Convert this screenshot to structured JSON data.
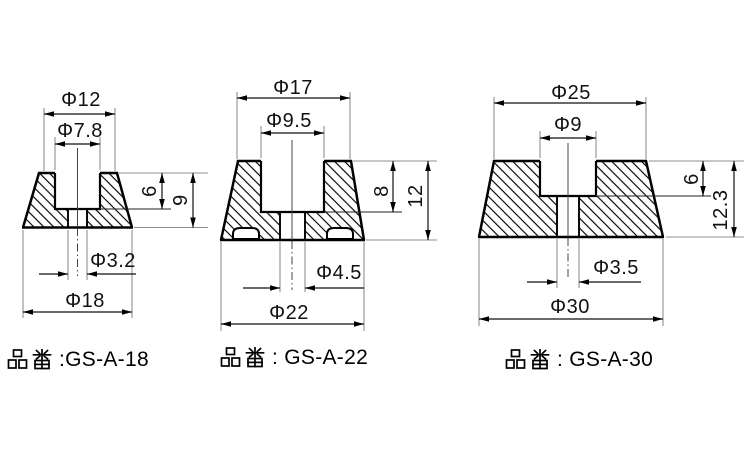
{
  "page": {
    "background": "#ffffff",
    "line_color": "#000000",
    "extension_line_color": "#8f8f8f",
    "drawing_style": "cross-section with 45-degree hatching"
  },
  "figures": [
    {
      "id": "GS-A-18",
      "part_label": {
        "prefix": "品番",
        "suffix": ":GS-A-18",
        "code": "GS-A-18",
        "full": "品番 :GS-A-18"
      },
      "dims": {
        "top_dia": "Φ12",
        "recess_dia": "Φ7.8",
        "recess_depth": "6",
        "total_height": "9",
        "hole_dia": "Φ3.2",
        "base_dia": "Φ18"
      }
    },
    {
      "id": "GS-A-22",
      "part_label": {
        "prefix": "品番",
        "suffix": ": GS-A-22",
        "code": "GS-A-22",
        "full": "品番 : GS-A-22"
      },
      "dims": {
        "top_dia": "Φ17",
        "recess_dia": "Φ9.5",
        "recess_depth": "8",
        "total_height": "12",
        "hole_dia": "Φ4.5",
        "base_dia": "Φ22"
      }
    },
    {
      "id": "GS-A-30",
      "part_label": {
        "prefix": "品番",
        "suffix": ": GS-A-30",
        "code": "GS-A-30",
        "full": "品番 : GS-A-30"
      },
      "dims": {
        "top_dia": "Φ25",
        "recess_dia": "Φ9",
        "recess_depth": "6",
        "total_height": "12.3",
        "hole_dia": "Φ3.5",
        "base_dia": "Φ30"
      }
    }
  ]
}
